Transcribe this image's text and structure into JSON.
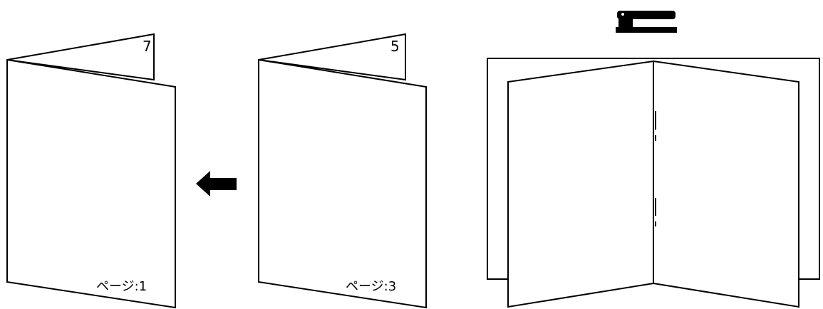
{
  "booklets": [
    {
      "name": "booklet-left",
      "back_page_number": "7",
      "page_label": "ページ:1"
    },
    {
      "name": "booklet-middle",
      "back_page_number": "5",
      "page_label": "ページ:3"
    }
  ],
  "arrow": {
    "direction": "left",
    "icon": "arrow-left-icon"
  },
  "stapled_booklet": {
    "icon": "stapler-icon",
    "staple_marks": 2
  },
  "colors": {
    "line": "#000000",
    "fill": "#ffffff"
  }
}
